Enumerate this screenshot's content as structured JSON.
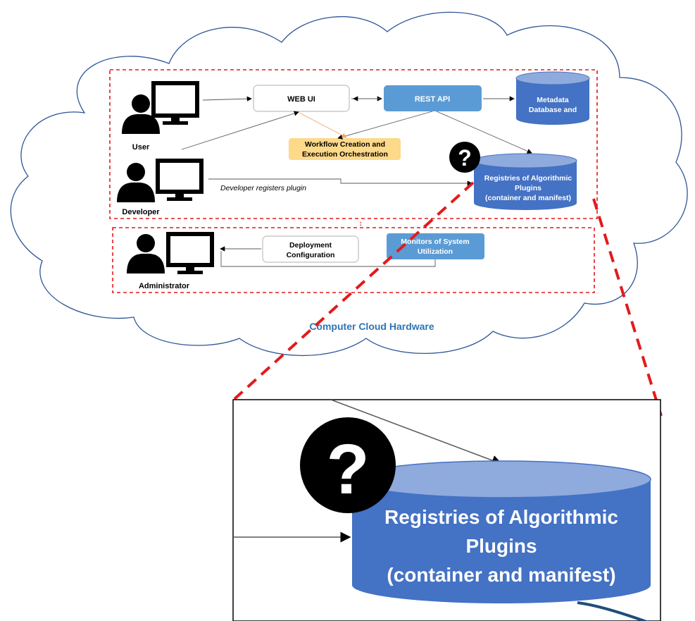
{
  "cloud": {
    "label": "Computer Cloud Hardware"
  },
  "actors": {
    "user": "User",
    "developer": "Developer",
    "administrator": "Administrator"
  },
  "components": {
    "web_ui": "WEB UI",
    "rest_api": "REST API",
    "metadata_line1": "Metadata",
    "metadata_line2": "Database and",
    "workflow_line1": "Workflow Creation and",
    "workflow_line2": "Execution Orchestration",
    "registry_line1": "Registries of Algorithmic",
    "registry_line2": "Plugins",
    "registry_line3": "(container and manifest)",
    "deployment_line1": "Deployment",
    "deployment_line2": "Configuration",
    "monitors_line1": "Monitors of System",
    "monitors_line2": "Utilization"
  },
  "annotations": {
    "developer_registers": "Developer registers plugin",
    "question_mark": "?"
  },
  "zoom": {
    "registry_line1": "Registries of Algorithmic",
    "registry_line2": "Plugins",
    "registry_line3": "(container and manifest)",
    "question_mark": "?"
  },
  "colors": {
    "component_blue": "#5b9bd5",
    "cylinder_blue": "#4472c4",
    "cylinder_top": "#8faadc",
    "workflow_fill": "#fdd98a",
    "dashed_red": "#e31a1c",
    "cloud_label": "#2e75b6"
  }
}
